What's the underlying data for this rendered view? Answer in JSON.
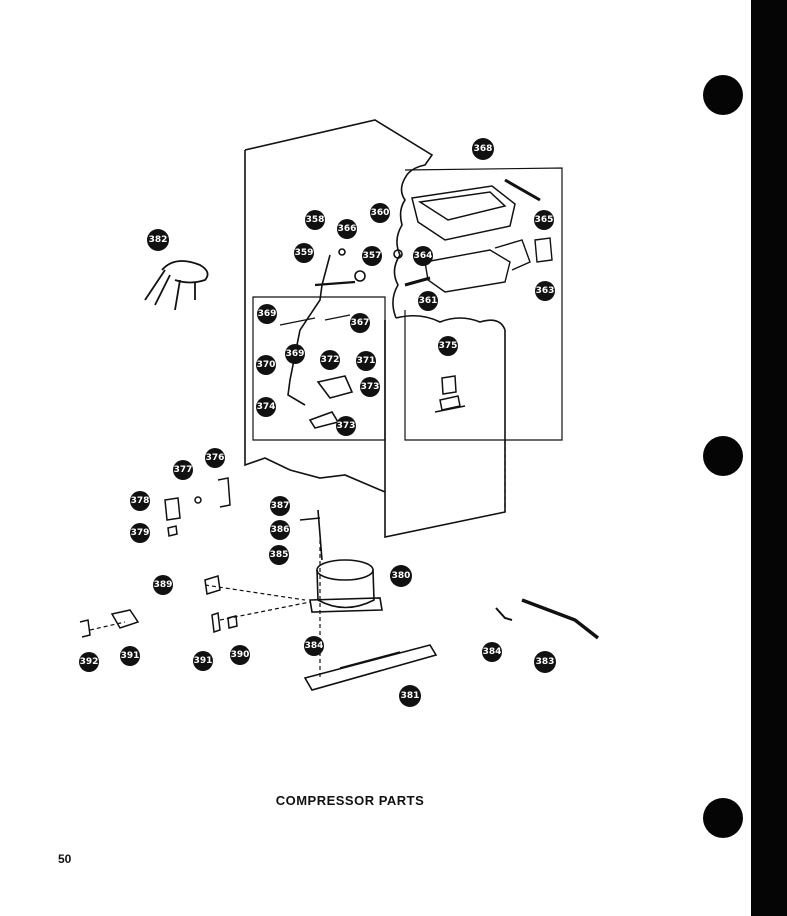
{
  "caption": "COMPRESSOR PARTS",
  "page_number": "50",
  "callouts": [
    "368",
    "358",
    "359",
    "366",
    "357",
    "360",
    "364",
    "365",
    "382",
    "363",
    "361",
    "367",
    "369",
    "369b",
    "370",
    "371",
    "372",
    "373",
    "374",
    "375",
    "376",
    "377",
    "378",
    "379",
    "387",
    "386",
    "385",
    "380",
    "389",
    "390",
    "391",
    "392",
    "381b",
    "384",
    "383",
    "384b"
  ],
  "labels": {
    "368": "368",
    "358": "358",
    "359": "359",
    "366": "366",
    "357": "357",
    "360": "360",
    "364": "364",
    "365": "365",
    "382": "382",
    "363": "363",
    "361": "361",
    "367": "367",
    "369": "369",
    "369b": "369",
    "370": "370",
    "371": "371",
    "372": "372",
    "373": "373",
    "374": "374",
    "375": "375",
    "376": "376",
    "377": "377",
    "378": "378",
    "379": "379",
    "387": "387",
    "386": "386",
    "385": "385",
    "380": "380",
    "389": "389",
    "390": "390",
    "391": "391",
    "392": "392",
    "381b": "381",
    "384": "384",
    "383": "383",
    "384b": "384"
  }
}
